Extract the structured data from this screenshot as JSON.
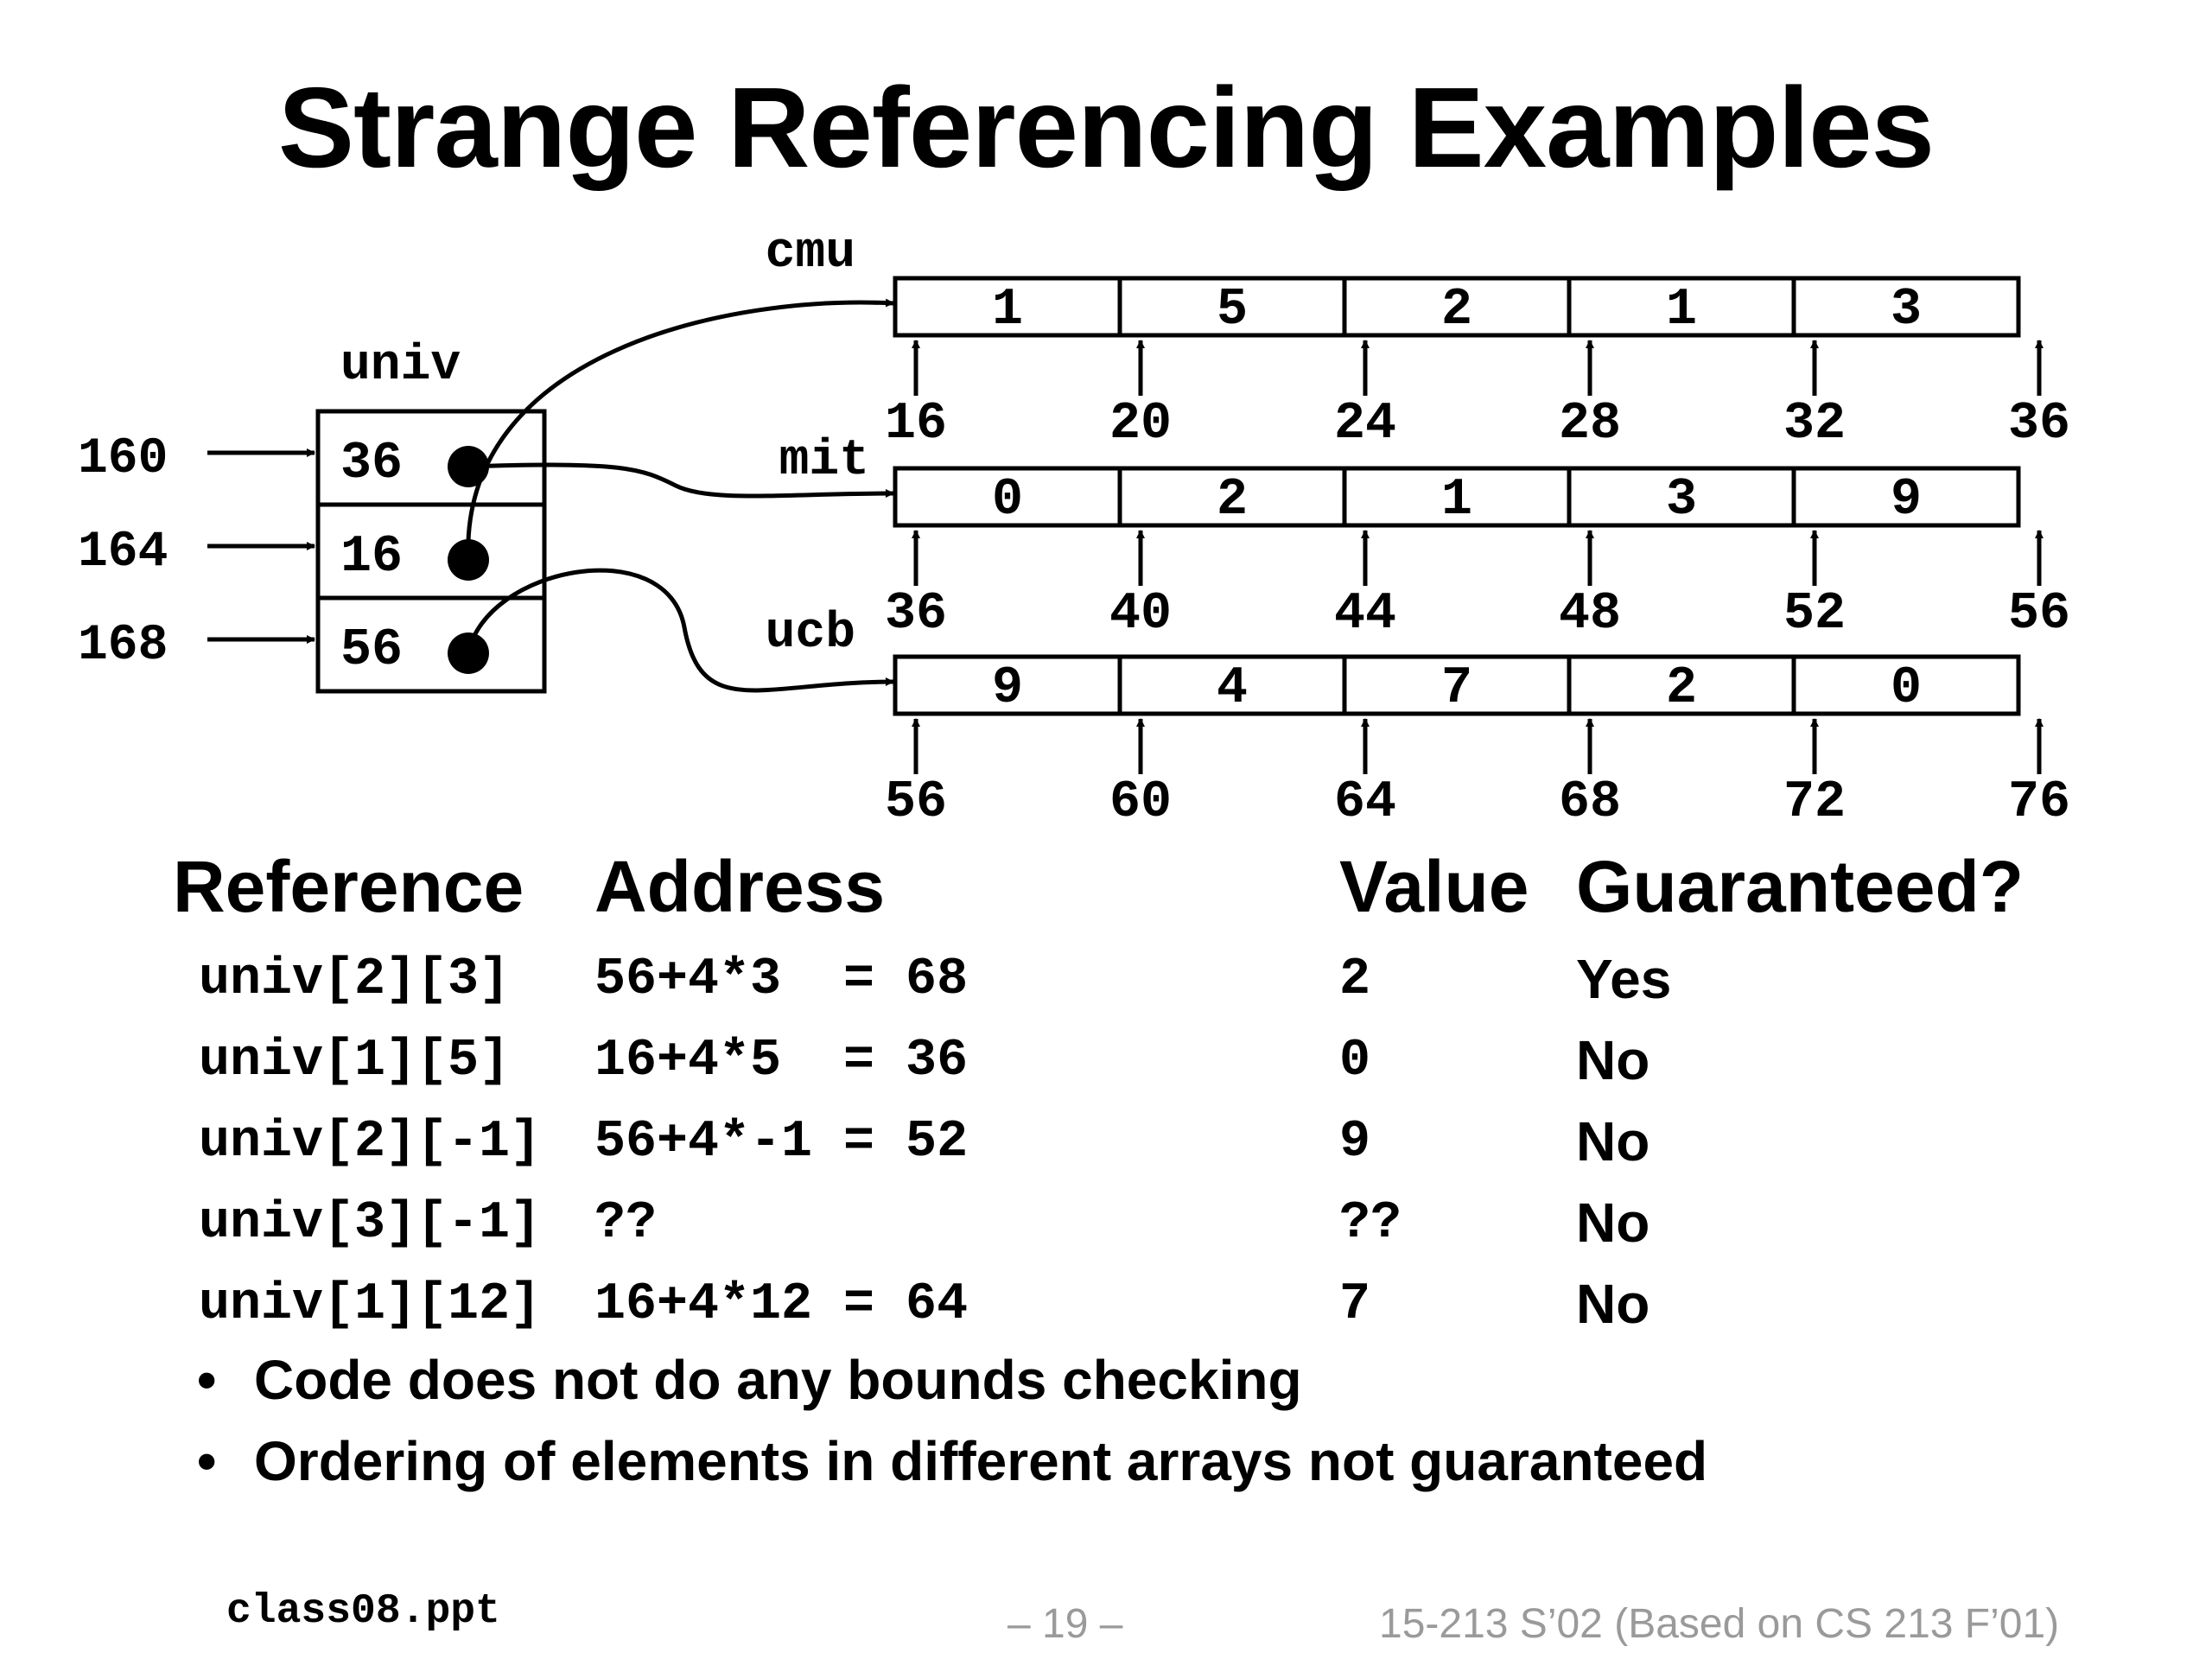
{
  "title": "Strange Referencing Examples",
  "diagram": {
    "univ": {
      "label": "univ",
      "addresses": [
        "160",
        "164",
        "168"
      ],
      "values": [
        "36",
        "16",
        "56"
      ]
    },
    "arrays": [
      {
        "name": "cmu",
        "values": [
          "1",
          "5",
          "2",
          "1",
          "3"
        ],
        "addresses": [
          "16",
          "20",
          "24",
          "28",
          "32",
          "36"
        ]
      },
      {
        "name": "mit",
        "values": [
          "0",
          "2",
          "1",
          "3",
          "9"
        ],
        "addresses": [
          "36",
          "40",
          "44",
          "48",
          "52",
          "56"
        ]
      },
      {
        "name": "ucb",
        "values": [
          "9",
          "4",
          "7",
          "2",
          "0"
        ],
        "addresses": [
          "56",
          "60",
          "64",
          "68",
          "72",
          "76"
        ]
      }
    ]
  },
  "table": {
    "headers": {
      "reference": "Reference",
      "address": "Address",
      "value": "Value",
      "guaranteed": "Guaranteed?"
    },
    "rows": [
      {
        "reference": "univ[2][3]",
        "address": "56+4*3  = 68",
        "value": "2",
        "guaranteed": "Yes"
      },
      {
        "reference": "univ[1][5]",
        "address": "16+4*5  = 36",
        "value": "0",
        "guaranteed": "No"
      },
      {
        "reference": "univ[2][-1]",
        "address": "56+4*-1 = 52",
        "value": "9",
        "guaranteed": "No"
      },
      {
        "reference": "univ[3][-1]",
        "address": "??",
        "value": "??",
        "guaranteed": "No"
      },
      {
        "reference": "univ[1][12]",
        "address": "16+4*12 = 64",
        "value": "7",
        "guaranteed": "No"
      }
    ]
  },
  "bullets": [
    "Code does not do any bounds checking",
    "Ordering of elements in different arrays not guaranteed"
  ],
  "bullet_marker": "•",
  "footer": {
    "left": "class08.ppt",
    "center": "– 19 –",
    "right": "15-213 S’02 (Based on CS 213 F’01)"
  }
}
